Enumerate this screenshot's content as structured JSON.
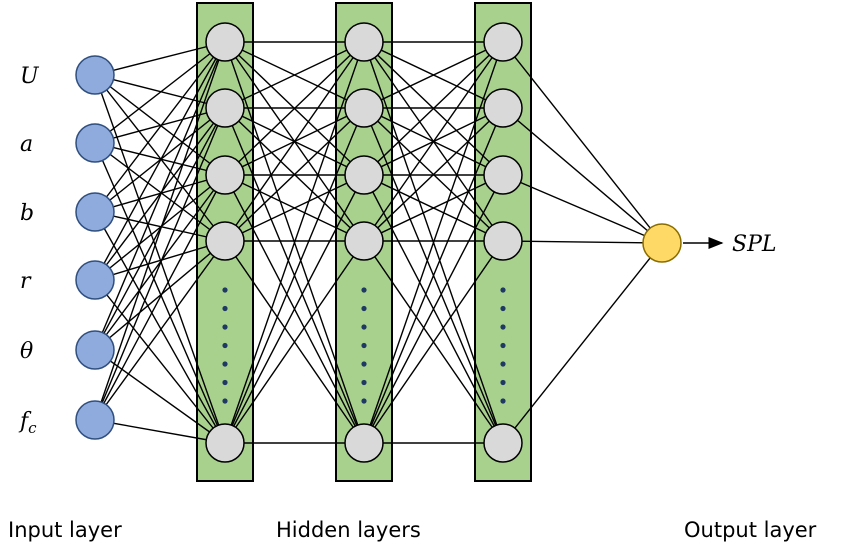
{
  "inputs": [
    {
      "label": "U"
    },
    {
      "label": "a"
    },
    {
      "label": "b"
    },
    {
      "label": "r"
    },
    {
      "label": "θ"
    },
    {
      "label": "f",
      "sub": "c"
    }
  ],
  "hidden_layer_count": 3,
  "hidden_visible_nodes": 5,
  "output_label": "SPL",
  "captions": {
    "input": "Input layer",
    "hidden": "Hidden layers",
    "output": "Output layer"
  },
  "colors": {
    "input_node": "#8faadc",
    "hidden_node": "#d9d9d9",
    "output_node": "#ffd966",
    "band": "#a9d18e",
    "ellipsis_dot": "#1f3864"
  }
}
